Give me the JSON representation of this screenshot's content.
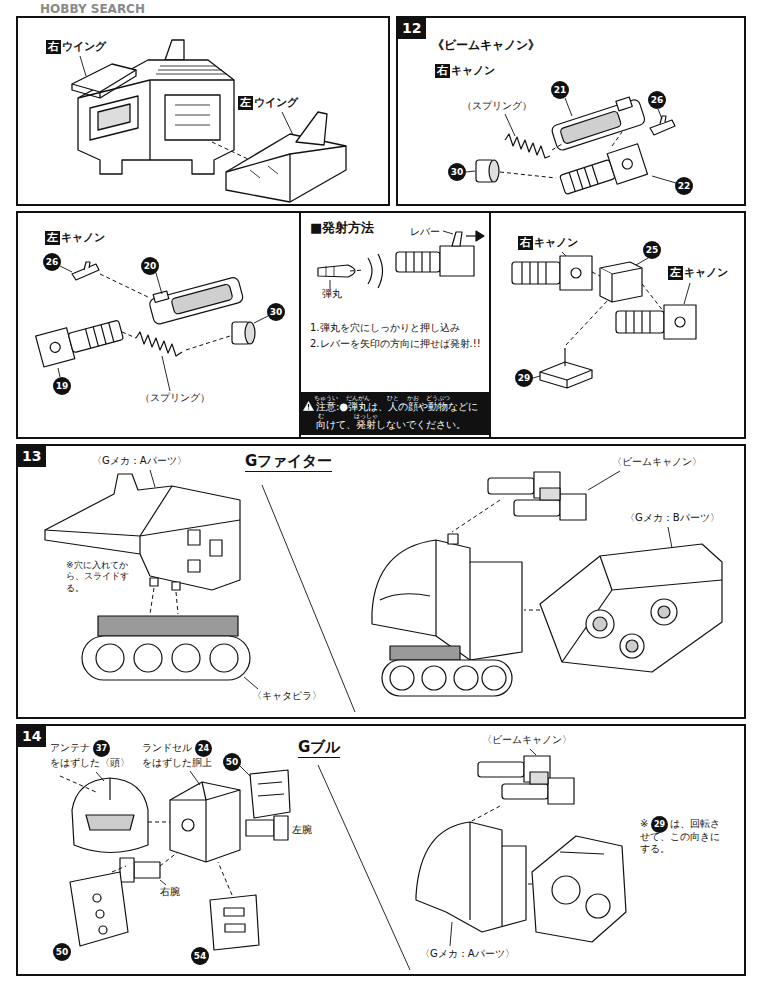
{
  "diagram": {
    "nodes": [
      {
        "text": [
          "右"
        ]
      },
      {
        "text": [
          "左"
        ]
      },
      {
        "text": [
          "12"
        ]
      },
      {
        "text": [
          "右"
        ]
      },
      {
        "text": [
          "21"
        ]
      },
      {
        "text": [
          "26"
        ]
      },
      {
        "text": [
          "30"
        ]
      },
      {
        "text": [
          "22"
        ]
      },
      {
        "text": [
          "左"
        ]
      },
      {
        "text": [
          "26"
        ]
      },
      {
        "text": [
          "20"
        ]
      },
      {
        "text": [
          "30"
        ]
      },
      {
        "text": [
          "19"
        ]
      },
      {
        "text": [
          "注意:●弾丸は、人の顔や動物などに向けて、発射しないでください。"
        ]
      },
      {
        "text": [
          "右"
        ]
      },
      {
        "text": [
          "25"
        ]
      },
      {
        "text": [
          "左"
        ]
      },
      {
        "text": [
          "29"
        ]
      },
      {
        "text": [
          "13"
        ]
      },
      {
        "text": [
          "14"
        ]
      },
      {
        "text": [
          "37"
        ]
      },
      {
        "text": [
          "24"
        ]
      },
      {
        "text": [
          "50"
        ]
      },
      {
        "text": [
          "50"
        ]
      },
      {
        "text": [
          "54"
        ]
      },
      {
        "text": [
          "29"
        ]
      }
    ],
    "labels": [
      "HOBBY SEARCH",
      "ウイング",
      "ウイング",
      "《ビームキャノン》",
      "キャノン",
      "（スプリング）",
      "キャノン",
      "（スプリング）",
      "■発射方法",
      "レバー",
      "弾丸",
      "1.弾丸を穴にしっかりと押し込み",
      "2.レバーを矢印の方向に押せば発射.!!",
      "ちゅうい",
      "だんがん",
      "ひと",
      "かお",
      "どうぶつ",
      "む",
      "はっしゃ",
      "キャノン",
      "キャノン",
      "Gファイター",
      "〈Gメカ：Aパーツ〉",
      "※穴に入れてから、スライドする。",
      "〈キャタピラ〉",
      "〈ビームキャノン〉",
      "〈Gメカ：Bパーツ〉",
      "アンテナ",
      "をはずした〈頭〉",
      "ランドセル",
      "をはずした胴上",
      "左腕",
      "右腕",
      "Gブル",
      "〈ビームキャノン〉",
      "※",
      "は、回転させて、この向きにする。",
      "〈Gメカ：Aパーツ〉"
    ]
  }
}
